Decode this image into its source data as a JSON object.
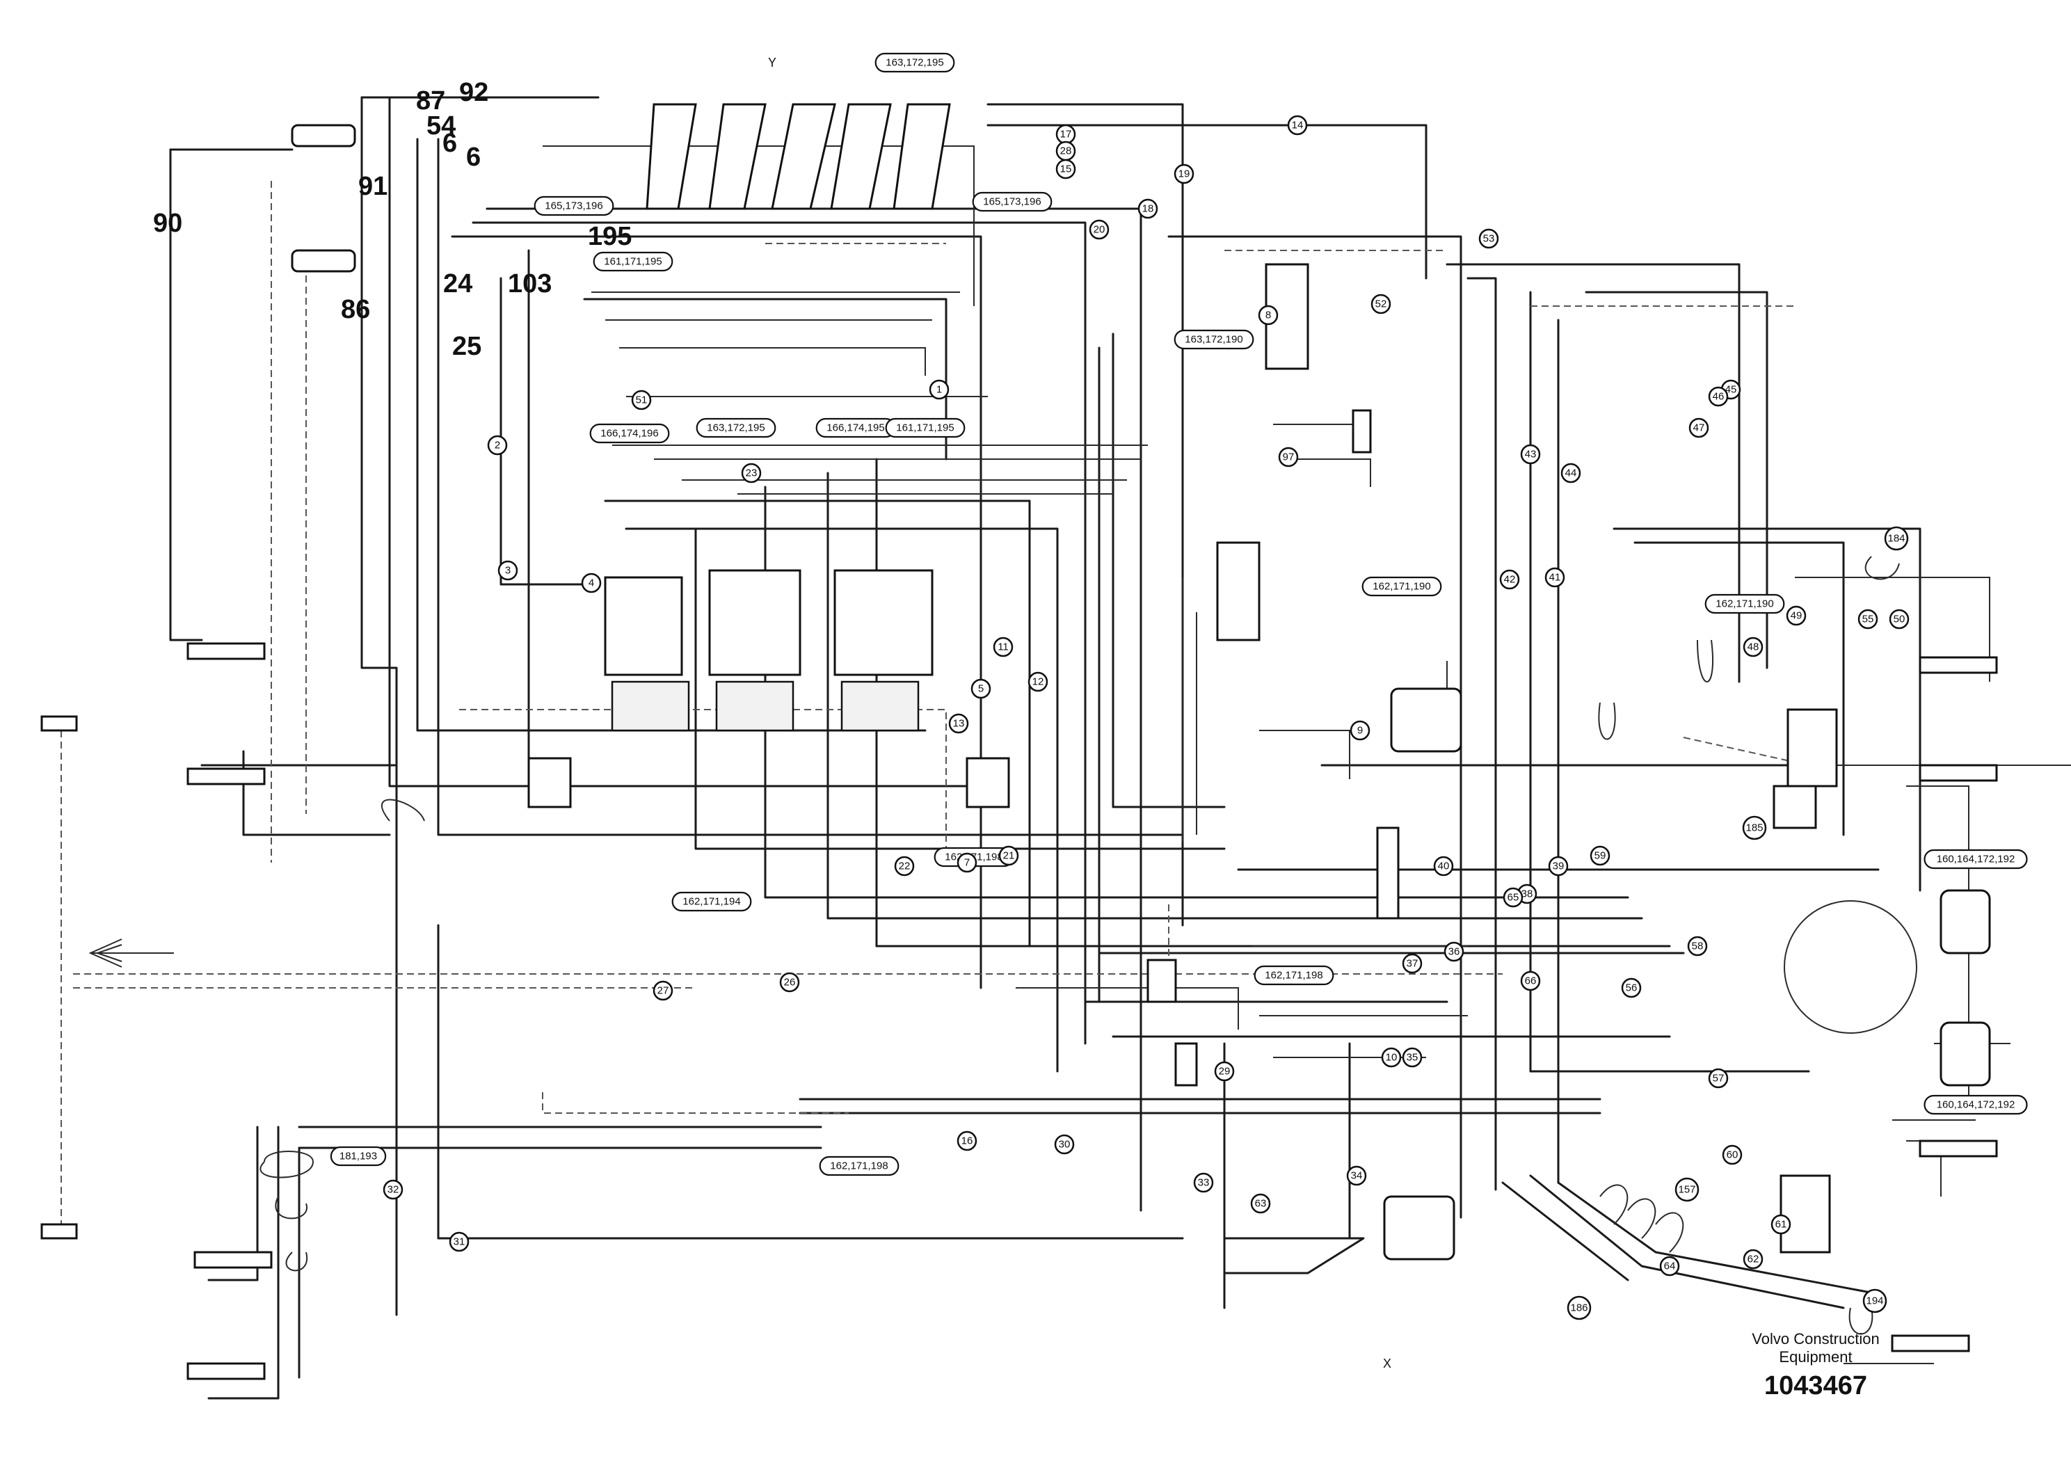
{
  "diagram": {
    "axis_y": "Y",
    "axis_x": "X",
    "big_labels": [
      "87",
      "92",
      "54",
      "6",
      "6",
      "91",
      "90",
      "195",
      "24",
      "103",
      "86",
      "25"
    ],
    "callouts": [
      "163,172,195",
      "165,173,196",
      "165,173,196",
      "161,171,195",
      "163,172,190",
      "163,172,195",
      "166,174,195",
      "161,171,195",
      "166,174,196",
      "162,171,190",
      "162,171,190",
      "162,171,198",
      "162,171,194",
      "162,171,198",
      "160,164,172,192",
      "160,164,172,192",
      "162,171,198",
      "181,193"
    ],
    "bubbles": [
      "14",
      "17",
      "28",
      "15",
      "19",
      "18",
      "20",
      "53",
      "52",
      "8",
      "97",
      "1",
      "51",
      "23",
      "2",
      "3",
      "4",
      "5",
      "9",
      "10",
      "11",
      "12",
      "13",
      "21",
      "22",
      "26",
      "27",
      "29",
      "30",
      "31",
      "32",
      "33",
      "34",
      "35",
      "36",
      "37",
      "38",
      "39",
      "40",
      "41",
      "42",
      "43",
      "44",
      "45",
      "46",
      "47",
      "48",
      "49",
      "50",
      "55",
      "56",
      "57",
      "58",
      "59",
      "60",
      "61",
      "62",
      "63",
      "64",
      "65",
      "66",
      "7",
      "16",
      "184",
      "185",
      "186",
      "157",
      "194"
    ]
  },
  "brand": {
    "company_line1": "Volvo Construction",
    "company_line2": "Equipment",
    "part_number": "1043467"
  }
}
